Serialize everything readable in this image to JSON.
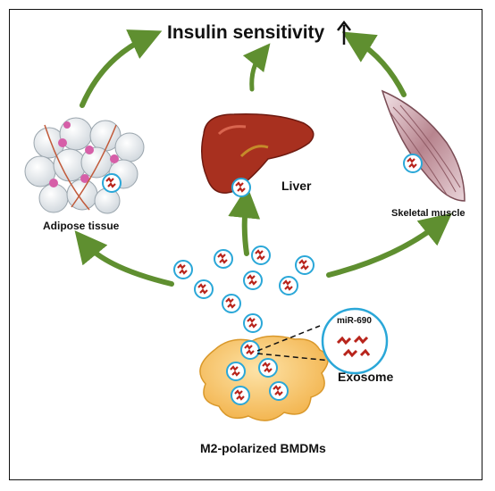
{
  "title": "Insulin sensitivity",
  "title_arrow": "↑",
  "tissues": {
    "adipose": "Adipose tissue",
    "liver": "Liver",
    "muscle": "Skeletal muscle"
  },
  "cell_label": "M2-polarized BMDMs",
  "exosome": {
    "label": "Exosome",
    "mirna_label": "miR-690"
  },
  "colors": {
    "arrow_green": "#5f8f30",
    "exosome_ring": "#2aa7d8",
    "mirna_red": "#b8241b",
    "liver": "#a8301f",
    "macrophage": "#f6c15c"
  }
}
